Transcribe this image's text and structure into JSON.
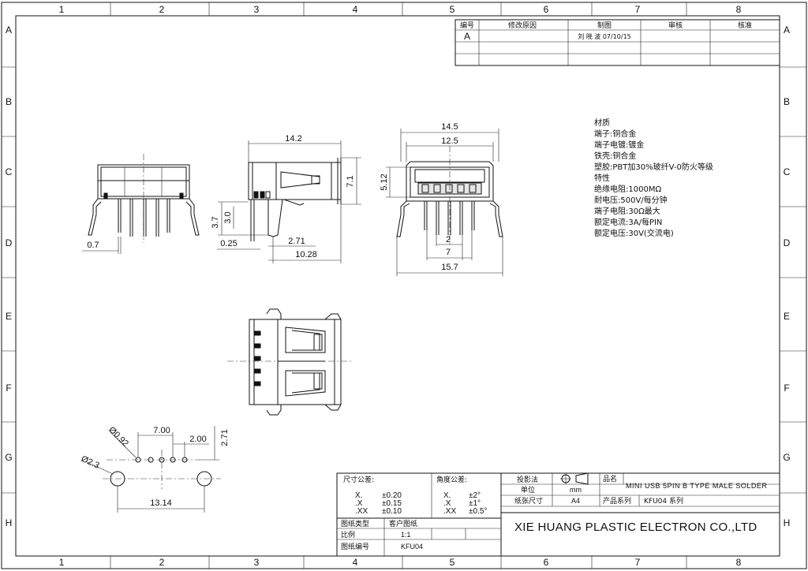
{
  "frame": {
    "col_labels": [
      "1",
      "2",
      "3",
      "4",
      "5",
      "6",
      "7",
      "8"
    ],
    "row_labels": [
      "A",
      "B",
      "C",
      "D",
      "E",
      "F",
      "G",
      "H"
    ]
  },
  "revision_table": {
    "headers": [
      "编号",
      "修改原因",
      "制图",
      "审核",
      "核准"
    ],
    "row": [
      "A",
      "",
      "刘 晓 波 07/10/15",
      "",
      ""
    ]
  },
  "dimensions": {
    "left_view": [
      "0.7"
    ],
    "side_view": [
      "14.2",
      "7.1",
      "3.7",
      "3.0",
      "0.25",
      "2.71",
      "10.28"
    ],
    "front_view": [
      "14.5",
      "12.5",
      "5.12",
      "2",
      "7",
      "15.7"
    ],
    "pcb": [
      "Ø0.92",
      "7.00",
      "2.00",
      "2.71",
      "Ø2.3",
      "13.14"
    ]
  },
  "specs": [
    "材质",
    "端子:铜合金",
    "端子电镀:镀金",
    "铁壳:铜合金",
    "塑胶:PBT加30%玻纤V-0防火等级",
    "特性",
    "绝缘电阻:1000MΩ",
    "耐电压:500V/每分钟",
    "端子电阻:30Ω最大",
    "额定电流:3A/每PIN",
    "额定电压:30V(交流电)"
  ],
  "title_block": {
    "tolerance_label": "尺寸公差:",
    "tolerances": [
      [
        "X.",
        "±0.20"
      ],
      [
        ".X",
        "±0.15"
      ],
      [
        ".XX",
        "±0.10"
      ]
    ],
    "angle_label": "角度公差:",
    "angles": [
      [
        "X.",
        "±2°"
      ],
      [
        ".X",
        "±1°"
      ],
      [
        ".XX",
        "±0.5°"
      ]
    ],
    "drawing_type_label": "图纸类型",
    "drawing_type": "客户图纸",
    "scale_label": "比例",
    "scale": "1:1",
    "drawing_no_label": "图纸编号",
    "drawing_no": "KFU04",
    "projection_label": "投影法",
    "unit_label": "单位",
    "unit": "mm",
    "paper_label": "纸张尺寸",
    "paper": "A4",
    "product_name_label": "品名",
    "product_name": "MINI USB 5PIN B TYPE MALE SOLDER",
    "series_label": "产品系列",
    "series": "KFU04  系列",
    "company": "XIE HUANG PLASTIC ELECTRON CO.,LTD"
  }
}
